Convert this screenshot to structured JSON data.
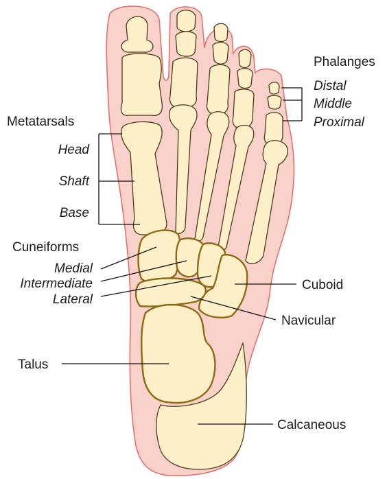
{
  "labels": {
    "phalanges": "Phalanges",
    "distal": "Distal",
    "middle": "Middle",
    "proximal": "Proximal",
    "metatarsals": "Metatarsals",
    "head": "Head",
    "shaft": "Shaft",
    "base": "Base",
    "cuneiforms": "Cuneiforms",
    "medial": "Medial",
    "intermediate": "Intermediate",
    "lateral": "Lateral",
    "cuboid": "Cuboid",
    "navicular": "Navicular",
    "talus": "Talus",
    "calcaneous": "Calcaneous"
  },
  "colors": {
    "skin_fill": "#f9d1cb",
    "skin_outline": "#e2726c",
    "bone_fill": "#fdf0c9",
    "bone_outline": "#4a3b18",
    "tarsal_outline": "#8c6a12"
  }
}
